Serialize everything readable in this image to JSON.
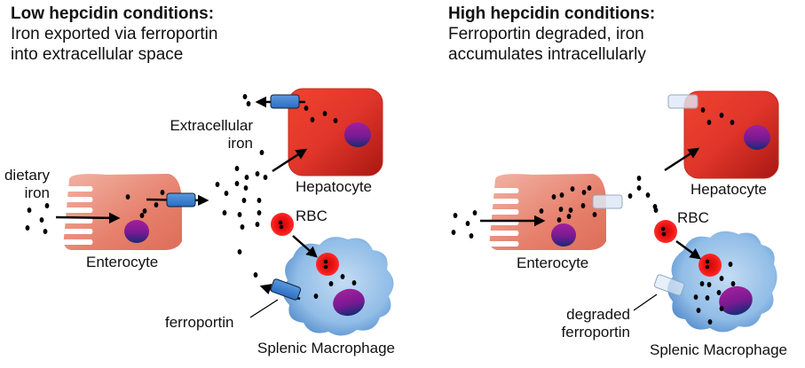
{
  "left_panel": {
    "title": "Low hepcidin conditions:",
    "subtitle_line1": "Iron exported via ferroportin",
    "subtitle_line2": "into extracellular space",
    "labels": {
      "dietary_iron_1": "dietary",
      "dietary_iron_2": "iron",
      "enterocyte": "Enterocyte",
      "extracellular_1": "Extracellular",
      "extracellular_2": "iron",
      "hepatocyte": "Hepatocyte",
      "rbc": "RBC",
      "ferroportin": "ferroportin",
      "macrophage": "Splenic Macrophage"
    }
  },
  "right_panel": {
    "title": "High hepcidin conditions:",
    "subtitle_line1": "Ferroportin degraded, iron",
    "subtitle_line2": "accumulates intracellularly",
    "labels": {
      "enterocyte": "Enterocyte",
      "hepatocyte": "Hepatocyte",
      "rbc": "RBC",
      "degraded_1": "degraded",
      "degraded_2": "ferroportin",
      "macrophage": "Splenic Macrophage"
    }
  },
  "colors": {
    "enterocyte": "#e27a68",
    "hepatocyte": "#e0352a",
    "macrophage": "#8fbde6",
    "rbc": "#ee1111",
    "nucleus_top": "#9b1f9b",
    "nucleus_bottom": "#1a2a7a",
    "ferroportin": "#3d7fd0",
    "degraded_ferroportin": "#dde9f7",
    "iron": "#000000"
  }
}
